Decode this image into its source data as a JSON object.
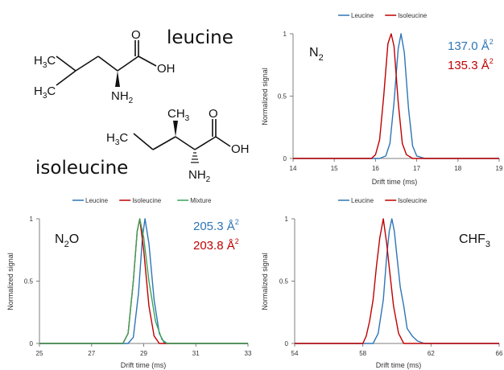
{
  "molecules": {
    "leucine": {
      "name": "leucine",
      "labels": {
        "h3c_top": "H",
        "h3c_top_sub": "3",
        "h3c_top_c": "C",
        "h3c_bot": "H",
        "h3c_bot_sub": "3",
        "h3c_bot_c": "C",
        "nh2": "NH",
        "nh2_sub": "2",
        "oh": "OH",
        "o": "O"
      }
    },
    "isoleucine": {
      "name": "isoleucine",
      "labels": {
        "ch3": "CH",
        "ch3_sub": "3",
        "h3c": "H",
        "h3c_sub": "3",
        "h3c_c": "C",
        "nh2": "NH",
        "nh2_sub": "2",
        "oh": "OH",
        "o": "O"
      }
    }
  },
  "colors": {
    "leucine": "#2e75b6",
    "isoleucine": "#c00000",
    "mixture": "#3aa35a",
    "axis": "#7f7f7f"
  },
  "chart_data": [
    {
      "type": "line",
      "gas": "N",
      "gas_sub": "2",
      "gas_tail": "",
      "xlabel": "Drift time (ms)",
      "ylabel": "Normalized signal",
      "xlim": [
        14,
        19
      ],
      "ylim": [
        0,
        1
      ],
      "xticks": [
        "14",
        "15",
        "16",
        "17",
        "18",
        "19"
      ],
      "yticks": [
        "0",
        "0.5",
        "1"
      ],
      "legend": "top",
      "annotations": [
        {
          "text": "137.0 Å",
          "sup": "2",
          "color": "#2e75b6"
        },
        {
          "text": "135.3 Å",
          "sup": "2",
          "color": "#c00000"
        }
      ],
      "series": [
        {
          "name": "Leucine",
          "color": "#2e75b6",
          "x": [
            14,
            16.1,
            16.25,
            16.35,
            16.45,
            16.55,
            16.62,
            16.7,
            16.8,
            16.9,
            17.0,
            17.2,
            19
          ],
          "y": [
            0,
            0,
            0.02,
            0.12,
            0.45,
            0.88,
            1.0,
            0.85,
            0.4,
            0.1,
            0.02,
            0,
            0
          ]
        },
        {
          "name": "Isoleucine",
          "color": "#c00000",
          "x": [
            14,
            15.9,
            16.0,
            16.1,
            16.2,
            16.3,
            16.38,
            16.45,
            16.55,
            16.65,
            16.75,
            16.9,
            19
          ],
          "y": [
            0,
            0,
            0.03,
            0.15,
            0.5,
            0.92,
            1.0,
            0.9,
            0.45,
            0.12,
            0.03,
            0,
            0
          ]
        }
      ]
    },
    {
      "type": "line",
      "gas": "N",
      "gas_sub": "2",
      "gas_tail": "O",
      "xlabel": "Drift time (ms)",
      "ylabel": "Normalized signal",
      "xlim": [
        25,
        33
      ],
      "ylim": [
        0,
        1
      ],
      "xticks": [
        "25",
        "27",
        "29",
        "31",
        "33"
      ],
      "yticks": [
        "0",
        "0.5",
        "1"
      ],
      "legend": "top",
      "annotations": [
        {
          "text": "205.3 Å",
          "sup": "2",
          "color": "#2e75b6"
        },
        {
          "text": "203.8 Å",
          "sup": "2",
          "color": "#c00000"
        }
      ],
      "series": [
        {
          "name": "Leucine",
          "color": "#2e75b6",
          "x": [
            25,
            28.4,
            28.6,
            28.8,
            28.95,
            29.05,
            29.2,
            29.4,
            29.6,
            29.8,
            33
          ],
          "y": [
            0,
            0,
            0.05,
            0.4,
            0.85,
            1.0,
            0.8,
            0.35,
            0.08,
            0,
            0
          ]
        },
        {
          "name": "Isoleucine",
          "color": "#c00000",
          "x": [
            25,
            28.2,
            28.4,
            28.6,
            28.75,
            28.85,
            29.0,
            29.2,
            29.4,
            29.6,
            33
          ],
          "y": [
            0,
            0,
            0.08,
            0.5,
            0.9,
            1.0,
            0.75,
            0.3,
            0.06,
            0,
            0
          ]
        },
        {
          "name": "Mixture",
          "color": "#3aa35a",
          "x": [
            25,
            28.2,
            28.4,
            28.6,
            28.75,
            28.85,
            29.0,
            29.2,
            29.45,
            29.7,
            29.9,
            33
          ],
          "y": [
            0,
            0,
            0.08,
            0.5,
            0.9,
            1.0,
            0.85,
            0.5,
            0.18,
            0.03,
            0,
            0
          ]
        }
      ]
    },
    {
      "type": "line",
      "gas": "CHF",
      "gas_sub": "3",
      "gas_tail": "",
      "xlabel": "Drift time (ms)",
      "ylabel": "Normalized signal",
      "xlim": [
        54,
        66
      ],
      "ylim": [
        0,
        1
      ],
      "xticks": [
        "54",
        "58",
        "62",
        "66"
      ],
      "yticks": [
        "0",
        "0.5",
        "1"
      ],
      "legend": "top",
      "annotations": [],
      "series": [
        {
          "name": "Leucine",
          "color": "#2e75b6",
          "x": [
            54,
            58.6,
            58.9,
            59.2,
            59.4,
            59.55,
            59.7,
            59.85,
            60.0,
            60.2,
            60.4,
            60.6,
            60.9,
            61.2,
            61.6,
            66
          ],
          "y": [
            0,
            0,
            0.08,
            0.35,
            0.7,
            0.9,
            1.0,
            0.9,
            0.7,
            0.45,
            0.3,
            0.12,
            0.06,
            0.02,
            0,
            0
          ]
        },
        {
          "name": "Isoleucine",
          "color": "#c00000",
          "x": [
            54,
            58.0,
            58.2,
            58.4,
            58.6,
            58.8,
            59.0,
            59.2,
            59.4,
            59.6,
            59.8,
            60.1,
            60.4,
            66
          ],
          "y": [
            0,
            0,
            0.06,
            0.18,
            0.35,
            0.62,
            0.85,
            1.0,
            0.8,
            0.55,
            0.3,
            0.08,
            0,
            0
          ]
        }
      ]
    }
  ]
}
